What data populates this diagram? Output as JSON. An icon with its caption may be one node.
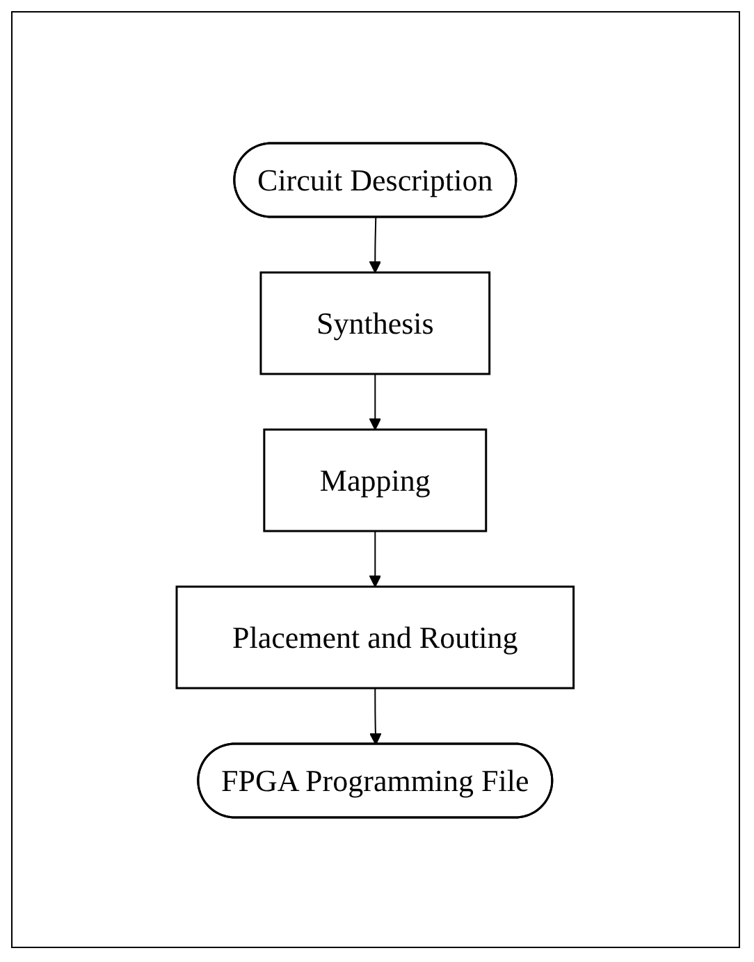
{
  "diagram": {
    "nodes": [
      {
        "text": [
          "Circuit Description"
        ]
      },
      {
        "text": [
          "Synthesis"
        ]
      },
      {
        "text": [
          "Mapping"
        ]
      },
      {
        "text": [
          "Placement and Routing"
        ]
      },
      {
        "text": [
          "FPGA Programming File"
        ]
      }
    ],
    "edges": [
      {
        "from": 0,
        "to": 1,
        "arrow": "to"
      },
      {
        "from": 1,
        "to": 2,
        "arrow": "to"
      },
      {
        "from": 2,
        "to": 3,
        "arrow": "to"
      },
      {
        "from": 3,
        "to": 4,
        "arrow": "to"
      }
    ]
  }
}
